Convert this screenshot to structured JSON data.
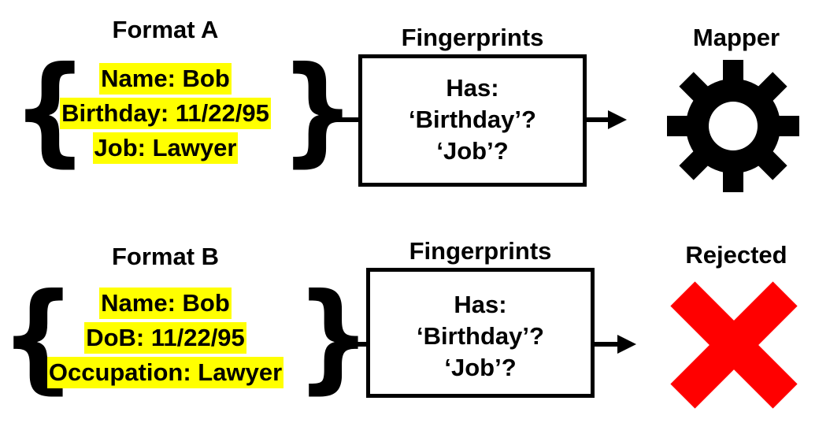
{
  "rows": [
    {
      "format_label": "Format A",
      "fields": [
        "Name: Bob",
        "Birthday: 11/22/95",
        "Job: Lawyer"
      ],
      "fingerprints_label": "Fingerprints",
      "checks": [
        "Has:",
        "‘Birthday’?",
        "‘Job’?"
      ],
      "outcome_label": "Mapper",
      "outcome_icon": "gear-icon"
    },
    {
      "format_label": "Format B",
      "fields": [
        "Name: Bob",
        "DoB: 11/22/95",
        "Occupation: Lawyer"
      ],
      "fingerprints_label": "Fingerprints",
      "checks": [
        "Has:",
        "‘Birthday’?",
        "‘Job’?"
      ],
      "outcome_label": "Rejected",
      "outcome_icon": "red-x-icon"
    }
  ],
  "colors": {
    "highlight": "#ffff00",
    "reject": "#ff0000",
    "ink": "#000000"
  }
}
